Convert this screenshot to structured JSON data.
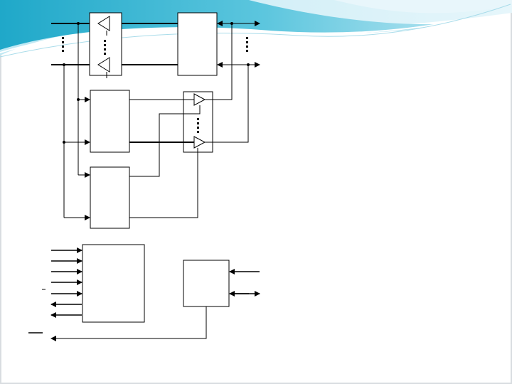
{
  "slide": {
    "background": "#ffffff",
    "header_swoosh_colors": [
      "#3fb7d4",
      "#8fd6e8",
      "#d4eef6"
    ],
    "border_color": "#d9dde0"
  },
  "diagram": {
    "stroke_color": "#000000",
    "fill_color": "#ffffff",
    "blocks": [
      "input-buffer-block",
      "output-port-block",
      "register-block-upper",
      "register-block-lower",
      "output-buffer-block",
      "control-block-left",
      "control-block-right"
    ],
    "labels": [],
    "dotted_ellipses": 5
  }
}
